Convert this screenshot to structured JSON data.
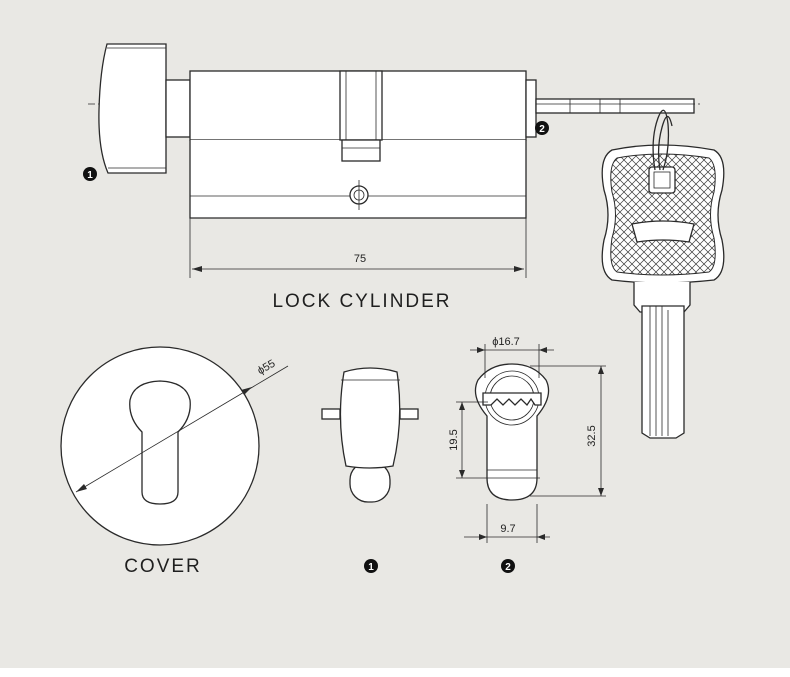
{
  "titles": {
    "lock_cylinder": "LOCK CYLINDER",
    "cover": "COVER"
  },
  "dimensions": {
    "cylinder_length": "75",
    "cover_diameter": "ϕ55",
    "profile_width": "ϕ16.7",
    "profile_lower": "19.5",
    "profile_height": "32.5",
    "cam_width": "9.7"
  },
  "badges": {
    "knob": "1",
    "key": "2"
  }
}
